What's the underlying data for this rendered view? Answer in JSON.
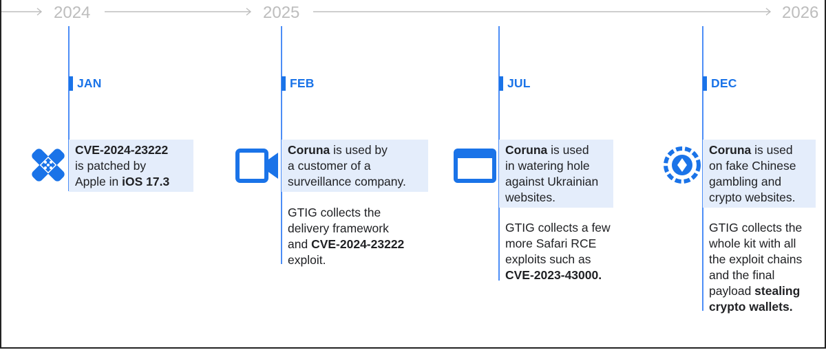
{
  "years": [
    "2024",
    "2025",
    "2026"
  ],
  "events": [
    {
      "month": "JAN",
      "icon": "bandage-icon",
      "card": [
        {
          "b": "CVE-2024-23222",
          "t": ""
        },
        {
          "b": "",
          "t": "is patched by"
        },
        {
          "b": "",
          "t": "Apple in ",
          "b2": "iOS 17.3"
        }
      ],
      "note": []
    },
    {
      "month": "FEB",
      "icon": "video-camera-icon",
      "card": [
        {
          "b": "Coruna",
          "t": " is used by"
        },
        {
          "b": "",
          "t": "a customer of a"
        },
        {
          "b": "",
          "t": "surveillance company."
        }
      ],
      "note": [
        {
          "b": "",
          "t": "GTIG collects the"
        },
        {
          "b": "",
          "t": "delivery framework"
        },
        {
          "b": "",
          "t": "and ",
          "b2": "CVE-2024-23222"
        },
        {
          "b": "",
          "t": "exploit."
        }
      ]
    },
    {
      "month": "JUL",
      "icon": "browser-window-icon",
      "card": [
        {
          "b": "Coruna",
          "t": " is used"
        },
        {
          "b": "",
          "t": "in watering hole"
        },
        {
          "b": "",
          "t": "against Ukrainian"
        },
        {
          "b": "",
          "t": "websites."
        }
      ],
      "note": [
        {
          "b": "",
          "t": "GTIG collects a few"
        },
        {
          "b": "",
          "t": "more Safari RCE"
        },
        {
          "b": "",
          "t": "exploits such as"
        },
        {
          "b": "CVE-2023-43000.",
          "t": ""
        }
      ]
    },
    {
      "month": "DEC",
      "icon": "casino-chip-icon",
      "card": [
        {
          "b": "Coruna",
          "t": " is used"
        },
        {
          "b": "",
          "t": "on fake Chinese"
        },
        {
          "b": "",
          "t": "gambling and"
        },
        {
          "b": "",
          "t": "crypto websites."
        }
      ],
      "note": [
        {
          "b": "",
          "t": "GTIG collects the"
        },
        {
          "b": "",
          "t": "whole kit with all"
        },
        {
          "b": "",
          "t": "the exploit chains"
        },
        {
          "b": "",
          "t": "and the final"
        },
        {
          "b": "",
          "t": "payload ",
          "b2": "stealing"
        },
        {
          "b": "crypto wallets.",
          "t": ""
        }
      ]
    }
  ],
  "colors": {
    "accent": "#1a73e8",
    "card_bg": "#e4edfb",
    "year_gray": "#bdbdbd"
  }
}
